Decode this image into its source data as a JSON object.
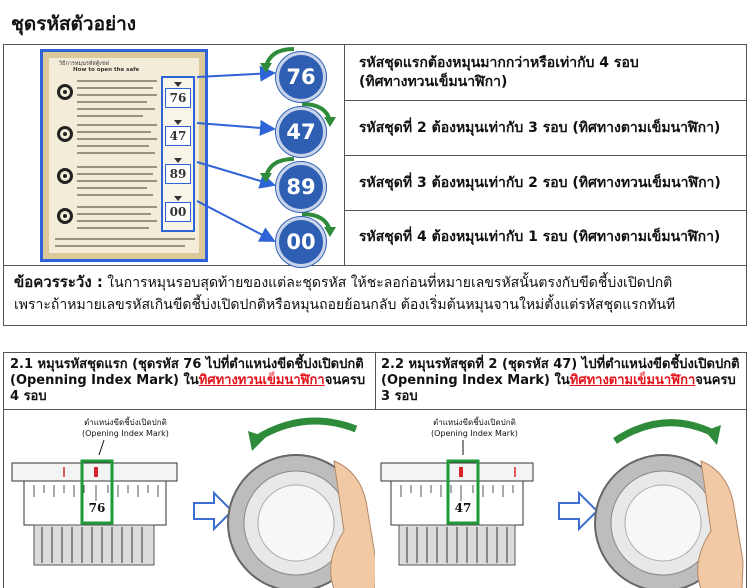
{
  "page_title": "ชุดรหัสตัวอย่าง",
  "card": {
    "heading": "วิธีการหมุนรหัสตู้เซฟ",
    "subheading": "How to open the safe",
    "numbers": [
      "76",
      "47",
      "89",
      "00"
    ]
  },
  "steps_overview": [
    {
      "code": "76",
      "text_line1": "รหัสชุดแรกต้องหมุนมากกว่าหรือเท่ากับ 4 รอบ",
      "text_line2": "(ทิศทางทวนเข็มนาฬิกา)",
      "arrow": "counterclockwise-arrow-icon"
    },
    {
      "code": "47",
      "text_line1": "รหัสชุดที่ 2 ต้องหมุนเท่ากับ 3 รอบ (ทิศทางตามเข็มนาฬิกา)",
      "text_line2": "",
      "arrow": "clockwise-arrow-icon"
    },
    {
      "code": "89",
      "text_line1": "รหัสชุดที่ 3 ต้องหมุนเท่ากับ 2 รอบ (ทิศทางทวนเข็มนาฬิกา)",
      "text_line2": "",
      "arrow": "counterclockwise-arrow-icon"
    },
    {
      "code": "00",
      "text_line1": "รหัสชุดที่ 4 ต้องหมุนเท่ากับ 1 รอบ (ทิศทางตามเข็มนาฬิกา)",
      "text_line2": "",
      "arrow": "clockwise-arrow-icon"
    }
  ],
  "caution": {
    "label": "ข้อควรระวัง :",
    "line1": " ในการหมุนรอบสุดท้ายของแต่ละชุดรหัส ให้ชะลอก่อนที่หมายเลขรหัสนั้นตรงกับขีดชี้บ่งเปิดปกติ",
    "line2": "เพราะถ้าหมายเลขรหัสเกินขีดชี้บ่งเปิดปกติหรือหมุนถอยย้อนกลับ ต้องเริ่มต้นหมุนจานใหม่ตั้งแต่รหัสชุดแรกทันที"
  },
  "step_2_1": {
    "line1": "2.1 หมุนรหัสชุดแรก (ชุดรหัส 76 ไปที่ตำแหน่งขีดชี้บ่งเปิดปกติ",
    "line2_pre": "(Openning Index Mark) ใน",
    "direction": "ทิศทางทวนเข็มนาฬิกา",
    "line2_post": "จนครบ",
    "line3": "4 รอบ",
    "mark_label_th": "ตำแหน่งขีดชี้บ่งเปิดปกติ",
    "mark_label_en": "(Opening Index Mark)",
    "dial_number": "76"
  },
  "step_2_2": {
    "line1": "2.2 หมุนรหัสชุดที่ 2 (ชุดรหัส 47) ไปที่ตำแหน่งขีดชี้บ่งเปิดปกติ",
    "line2_pre": "(Openning Index Mark) ใน",
    "direction": "ทิศทางตามเข็มนาฬิกา",
    "line2_post": "จนครบ",
    "line3": "3 รอบ",
    "mark_label_th": "ตำแหน่งขีดชี้บ่งเปิดปกติ",
    "mark_label_en": "(Opening Index Mark)",
    "dial_number": "47"
  },
  "colors": {
    "accent_blue": "#2f5fb3",
    "frame_blue": "#2f63d8",
    "arrow_green": "#2e8b3a",
    "highlight_red": "#e3121b",
    "mark_green": "#1f9a3a"
  }
}
